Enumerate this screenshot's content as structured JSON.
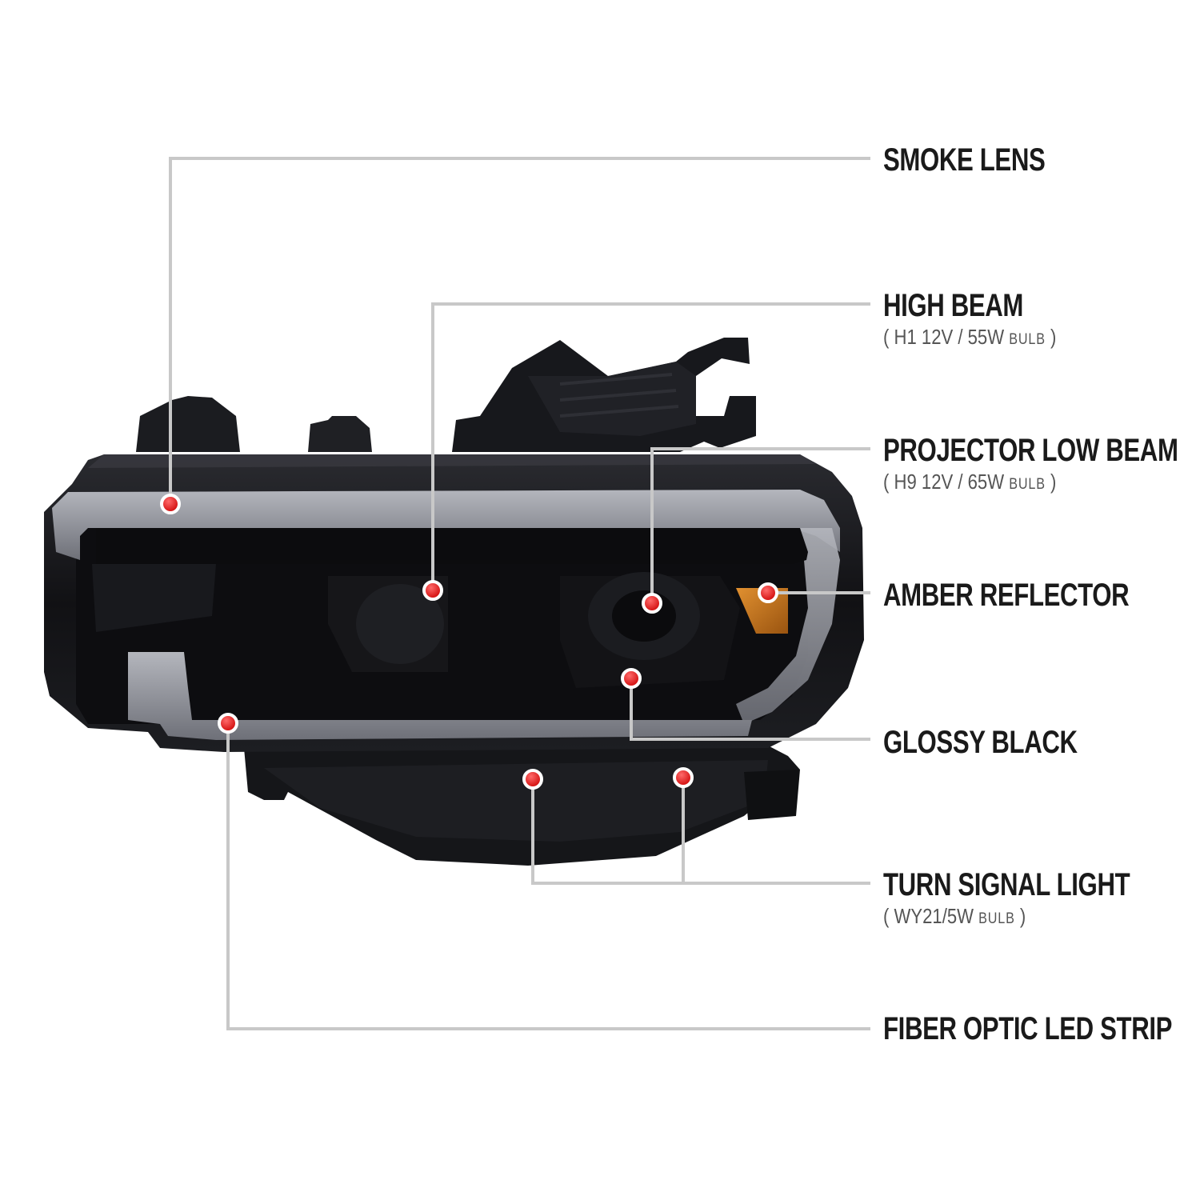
{
  "colors": {
    "leader_line": "#c8c8c8",
    "marker": "#e01818",
    "lens_body": "#141417",
    "led_strip": "#8e9097",
    "amber": "#c8761e"
  },
  "callouts": [
    {
      "id": "smoke-lens",
      "title": "SMOKE LENS"
    },
    {
      "id": "high-beam",
      "title": "HIGH BEAM",
      "spec": "H1  12V / 55W",
      "spec_unit": "BULB"
    },
    {
      "id": "projector-low-beam",
      "title": "PROJECTOR LOW BEAM",
      "spec": "H9  12V / 65W",
      "spec_unit": "BULB"
    },
    {
      "id": "amber-reflector",
      "title": "AMBER REFLECTOR"
    },
    {
      "id": "glossy-black",
      "title": "GLOSSY BLACK"
    },
    {
      "id": "turn-signal-light",
      "title": "TURN SIGNAL LIGHT",
      "spec": "WY21/5W",
      "spec_unit": "BULB"
    },
    {
      "id": "fiber-optic-led-strip",
      "title": "FIBER OPTIC LED STRIP"
    }
  ]
}
